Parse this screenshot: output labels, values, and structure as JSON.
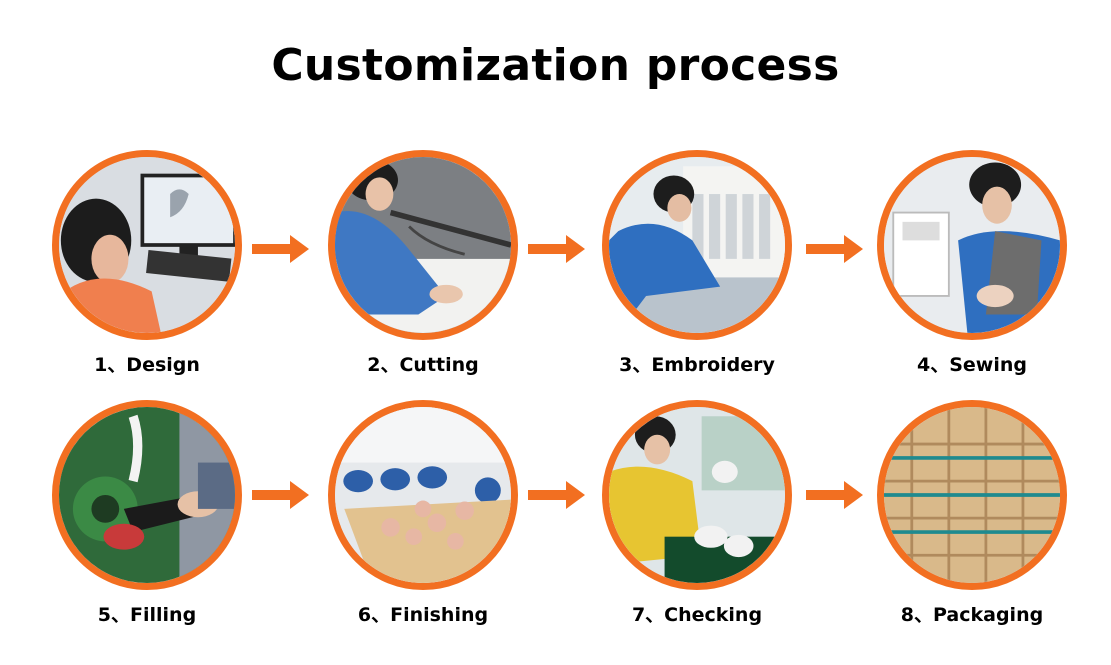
{
  "title": "Customization process",
  "accent_color": "#f26f21",
  "steps": [
    {
      "label": "1、Design",
      "icon": "designer-at-computer-photo"
    },
    {
      "label": "2、Cutting",
      "icon": "fabric-cutting-photo"
    },
    {
      "label": "3、Embroidery",
      "icon": "embroidery-machine-photo"
    },
    {
      "label": "4、Sewing",
      "icon": "sewing-machine-photo"
    },
    {
      "label": "5、Filling",
      "icon": "stuffing-machine-photo"
    },
    {
      "label": "6、Finishing",
      "icon": "finishing-line-photo"
    },
    {
      "label": "7、Checking",
      "icon": "quality-check-photo"
    },
    {
      "label": "8、Packaging",
      "icon": "stacked-cartons-photo"
    }
  ]
}
